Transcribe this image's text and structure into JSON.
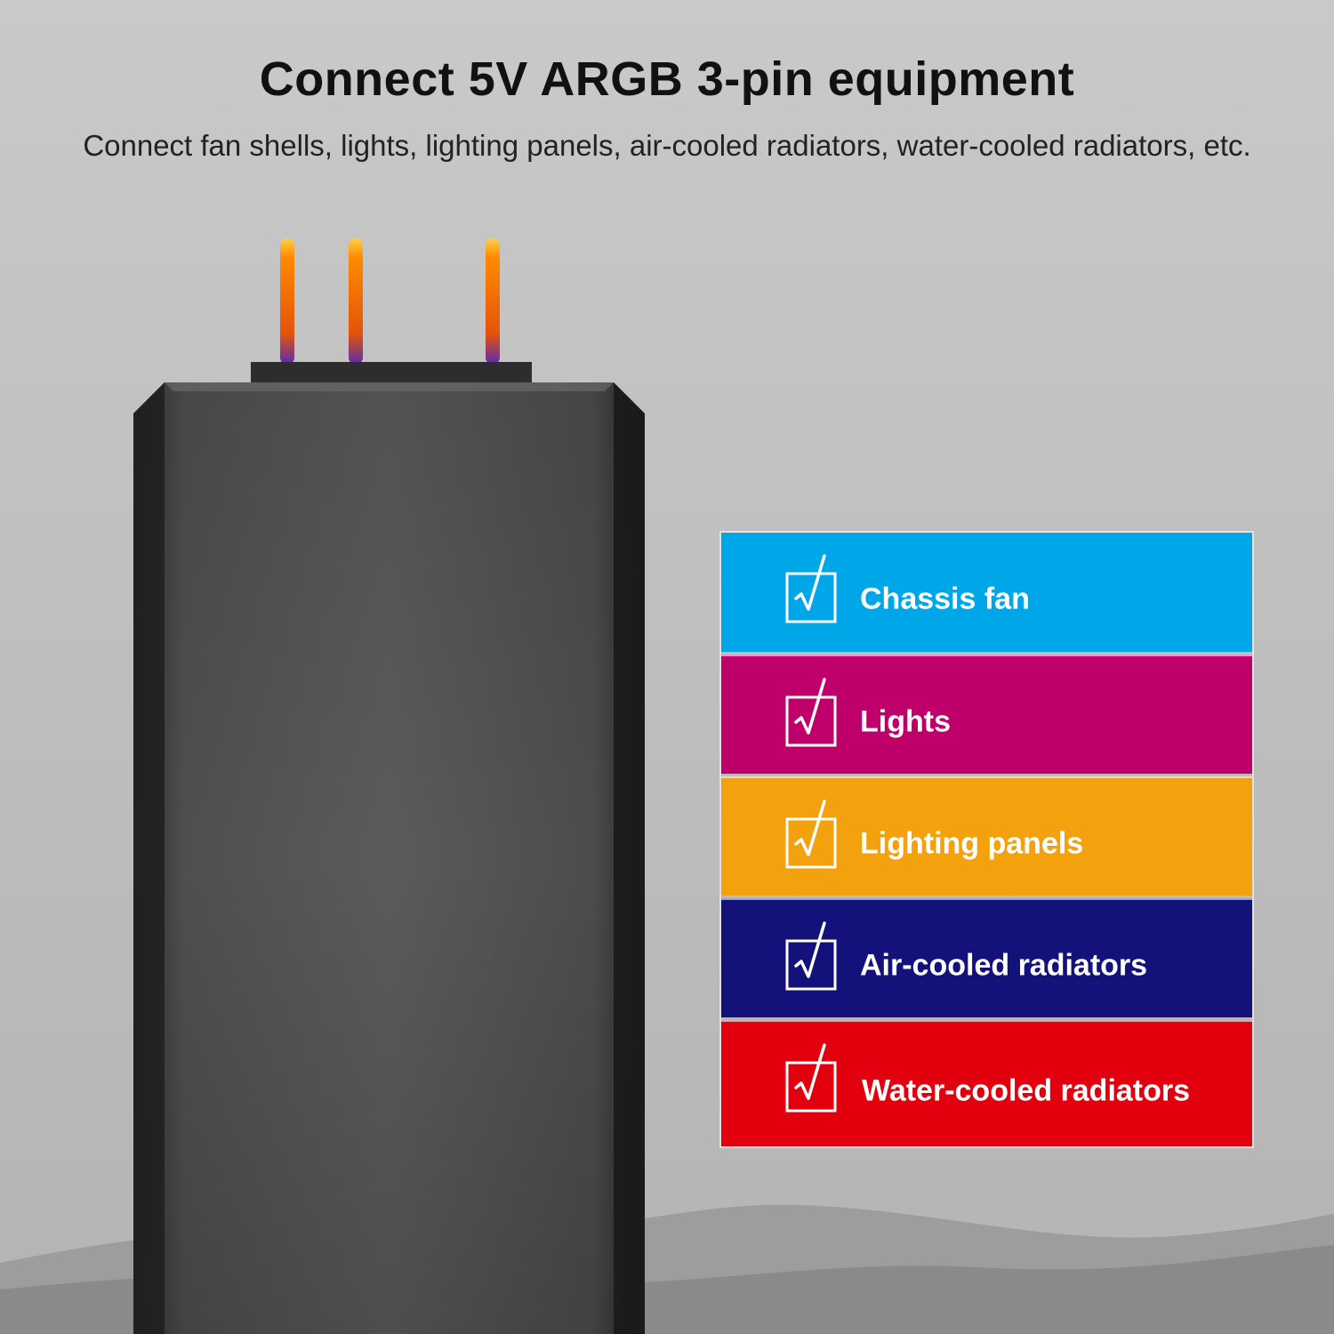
{
  "header": {
    "title": "Connect 5V ARGB 3-pin equipment",
    "subtitle": "Connect fan shells, lights, lighting panels, air-cooled radiators, water-cooled radiators, etc."
  },
  "checklist": {
    "items": [
      {
        "label": "Chassis fan",
        "color": "#00a7e8",
        "icon": "checkbox-checked-icon"
      },
      {
        "label": "Lights",
        "color": "#c0006a",
        "icon": "checkbox-checked-icon"
      },
      {
        "label": "Lighting panels",
        "color": "#f3a10d",
        "icon": "checkbox-checked-icon"
      },
      {
        "label": "Air-cooled radiators",
        "color": "#13117a",
        "icon": "checkbox-checked-icon"
      },
      {
        "label": "Water-cooled radiators",
        "color": "#e2000f",
        "icon": "checkbox-checked-icon"
      }
    ]
  },
  "colors": {
    "background": "#c4c4c4",
    "device_body": "#4a4a4a",
    "pin_glow": "#ff8a00"
  }
}
